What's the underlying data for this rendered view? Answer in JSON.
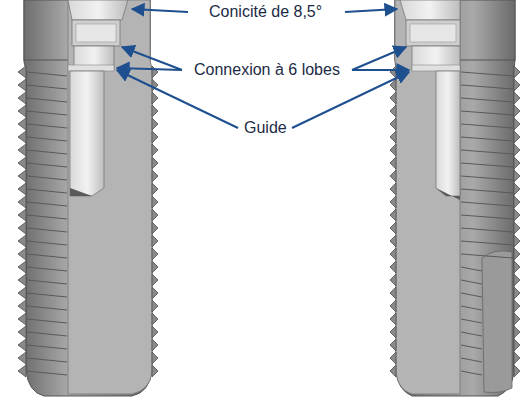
{
  "diagram": {
    "labels": [
      "Conicité de 8,5°",
      "Connexion à 6 lobes",
      "Guide"
    ]
  }
}
